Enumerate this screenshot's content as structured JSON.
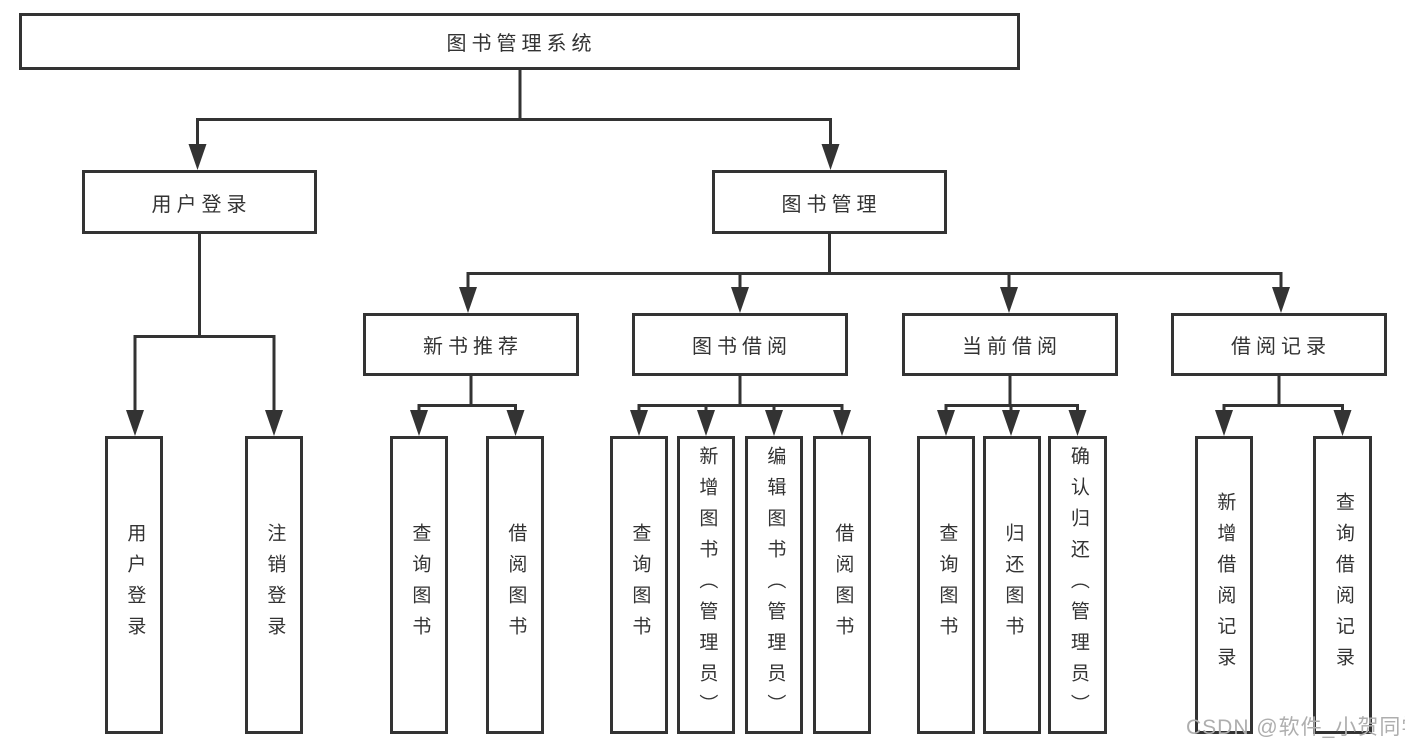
{
  "diagram": {
    "type": "hierarchy",
    "tree": {
      "root": {
        "label": "图书管理系统",
        "children": [
          {
            "label": "用户登录",
            "children": [
              {
                "label": "用户登录"
              },
              {
                "label": "注销登录"
              }
            ]
          },
          {
            "label": "图书管理",
            "children": [
              {
                "label": "新书推荐",
                "children": [
                  {
                    "label": "查询图书"
                  },
                  {
                    "label": "借阅图书"
                  }
                ]
              },
              {
                "label": "图书借阅",
                "children": [
                  {
                    "label": "查询图书"
                  },
                  {
                    "label": "新增图书（管理员）"
                  },
                  {
                    "label": "编辑图书（管理员）"
                  },
                  {
                    "label": "借阅图书"
                  }
                ]
              },
              {
                "label": "当前借阅",
                "children": [
                  {
                    "label": "查询图书"
                  },
                  {
                    "label": "归还图书"
                  },
                  {
                    "label": "确认归还（管理员）"
                  }
                ]
              },
              {
                "label": "借阅记录",
                "children": [
                  {
                    "label": "新增借阅记录"
                  },
                  {
                    "label": "查询借阅记录"
                  }
                ]
              }
            ]
          }
        ]
      }
    },
    "colors": {
      "line": "#333333",
      "text": "#333333",
      "box_background": "#ffffff",
      "watermark": "#aeaeae"
    }
  },
  "watermark": {
    "text": "CSDN @软件_小贺同学"
  }
}
